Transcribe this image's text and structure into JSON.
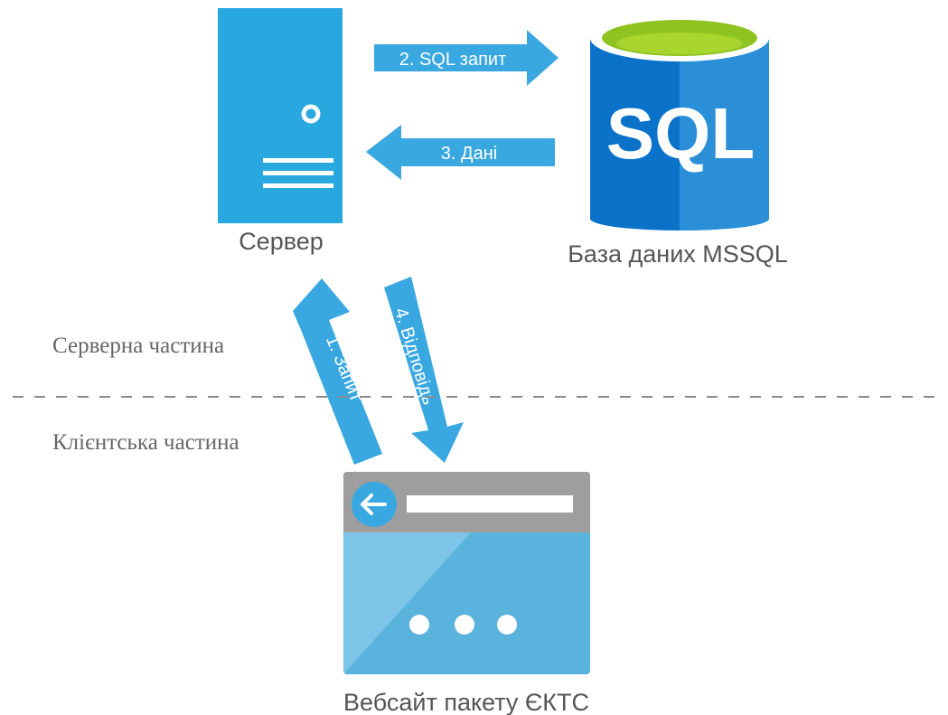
{
  "server": {
    "label": "Сервер",
    "icon": "server-icon"
  },
  "database": {
    "label": "База даних MSSQL",
    "icon_text": "SQL",
    "icon": "database-icon"
  },
  "website": {
    "label": "Вебсайт пакету ЄКТС",
    "icon": "browser-window-icon"
  },
  "arrows": {
    "request": "1. Запит",
    "sql_request": "2. SQL запит",
    "data": "3. Дані",
    "response": "4. Відповідь"
  },
  "zones": {
    "server_side": "Серверна частина",
    "client_side": "Клієнтська частина"
  },
  "colors": {
    "arrow": "#3aa8e0",
    "server": "#29a8e0",
    "db_left": "#0a73c9",
    "db_right": "#2b8fd8",
    "db_top": "#8fc31f",
    "browser_bar": "#9e9e9e",
    "browser_body": "#5ab3dd"
  }
}
